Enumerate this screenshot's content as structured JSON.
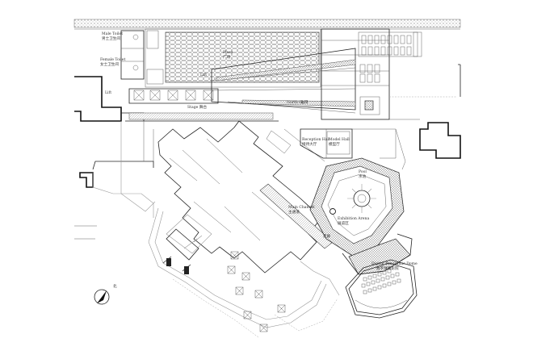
{
  "labels": {
    "male_toilet_en": "Male Toilet",
    "male_toilet_cn": "男士卫生间",
    "female_toilet_en": "Female Toilet",
    "female_toilet_cn": "女士卫生间",
    "lift": "Lift",
    "plaza": "Plaza",
    "plaza_cn": "广场",
    "stage": "Stage 舞台",
    "north_gate": "North Gate",
    "north_gate_cn": "北门",
    "reception_hall_en": "Reception Hall",
    "reception_hall_cn": "接待大厅",
    "model_hall_en": "Model Hall",
    "model_hall_cn": "模型厅",
    "pool_en": "Pool",
    "pool_cn": "水池",
    "main_channel_en": "Main Channel",
    "main_channel_cn": "主通道",
    "exhibition_arena_en": "Exhibition Arena",
    "exhibition_arena_cn": "展览区",
    "corridor_cn": "走廊",
    "digital_theater_en": "Digital Panoramic Dome",
    "digital_theater_cn": "数字球幕影院",
    "north_symbol": "北"
  },
  "colors": {
    "line": "#222222",
    "hatch": "#888888",
    "grey": "#999999"
  }
}
